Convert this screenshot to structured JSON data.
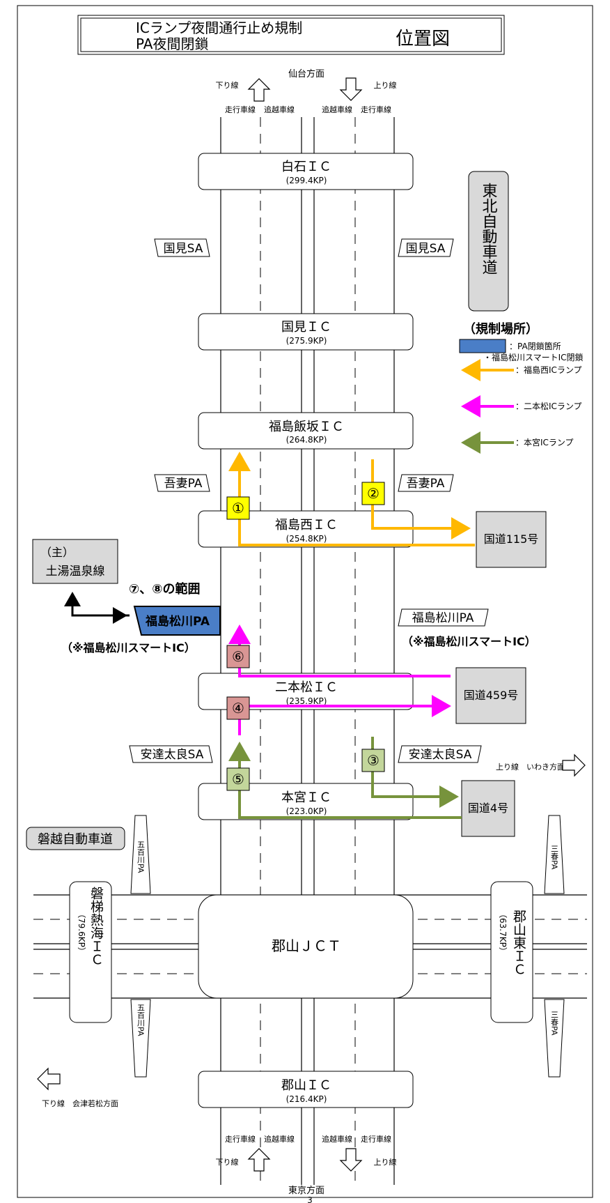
{
  "title": {
    "line1": "ICランプ夜間通行止め規制",
    "line2": "PA夜間閉鎖",
    "right": "位置図"
  },
  "directions": {
    "north": "仙台方面",
    "south": "東京方面",
    "down_line": "下り線",
    "up_line": "上り線",
    "east_line": "上り線　いわき方面",
    "west_line": "下り線　会津若松方面"
  },
  "lanes": {
    "driving": "走行車線",
    "passing": "追越車線"
  },
  "highway_name": "東北自動車道",
  "branch_highway": "磐越自動車道",
  "interchanges": {
    "shiroishi": {
      "name": "白石ＩＣ",
      "kp": "(299.4KP)"
    },
    "kunimi": {
      "name": "国見ＩＣ",
      "kp": "(275.9KP)"
    },
    "fukushima_iizaka": {
      "name": "福島飯坂ＩＣ",
      "kp": "(264.8KP)"
    },
    "fukushima_nishi": {
      "name": "福島西ＩＣ",
      "kp": "(254.8KP)"
    },
    "nihonmatsu": {
      "name": "二本松ＩＣ",
      "kp": "(235.9KP)"
    },
    "motomiya": {
      "name": "本宮ＩＣ",
      "kp": "(223.0KP)"
    },
    "koriyama_jct": {
      "name": "郡山ＪＣＴ"
    },
    "koriyama": {
      "name": "郡山ＩＣ",
      "kp": "(216.4KP)"
    },
    "bandai_atami": {
      "name": "磐梯熱海ＩＣ",
      "kp": "（79.6KP）"
    },
    "koriyama_higashi": {
      "name": "郡山東ＩＣ",
      "kp": "（63.7KP）"
    }
  },
  "service_areas": {
    "kunimi_sa": "国見SA",
    "azuma_pa": "吾妻PA",
    "matsukawa_pa": "福島松川PA",
    "adachi_sa": "安達太良SA",
    "gohyakugawa_pa": "五百川PA",
    "miharu_pa": "三春PA"
  },
  "closure": {
    "pa_label": "福島松川PA",
    "smart_ic_note": "（※福島松川スマートIC）",
    "range_label": "⑦、⑧の範囲",
    "local_road_line1": "（主）",
    "local_road_line2": "土湯温泉線"
  },
  "routes": {
    "r115": "国道115号",
    "r459": "国道459号",
    "r4": "国道4号"
  },
  "legend": {
    "title": "（規制場所）",
    "pa_closure": "：PA閉鎖箇所",
    "smart_closure": "・福島松川スマートIC閉鎖",
    "fukushima_nishi_ramp": "：福島西ICランプ",
    "nihonmatsu_ramp": "：二本松ICランプ",
    "motomiya_ramp": "：本宮ICランプ"
  },
  "markers": {
    "m1": "①",
    "m2": "②",
    "m3": "③",
    "m4": "④",
    "m5": "⑤",
    "m6": "⑥"
  },
  "page_number": "3",
  "colors": {
    "yellow_ramp": "#FFB800",
    "magenta_ramp": "#FF00FF",
    "green_ramp": "#77933C",
    "pa_closed": "#4A7EC7",
    "marker_yellow": "#FFFF00",
    "marker_pink": "#D99694",
    "marker_green": "#C3D69B",
    "route_box": "#D9D9D9"
  }
}
